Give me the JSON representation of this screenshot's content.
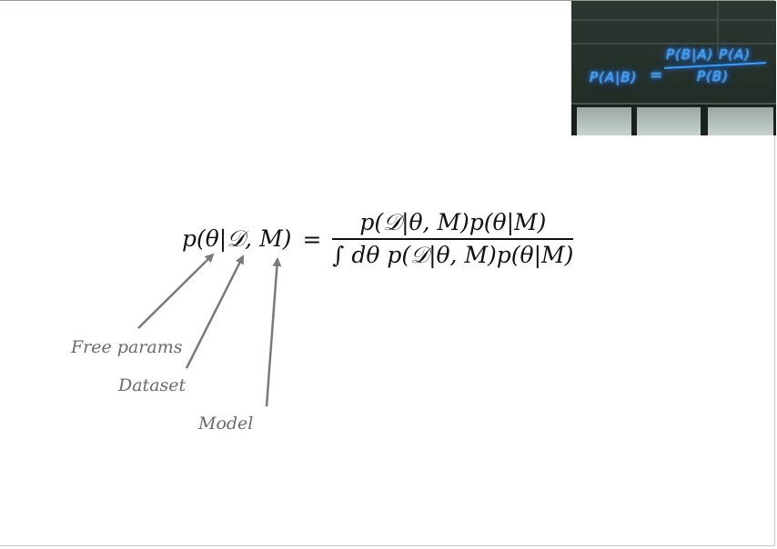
{
  "photo": {
    "neon_lhs": "P(A|B)",
    "neon_equals": "=",
    "neon_numerator": "P(B|A) P(A)",
    "neon_denominator": "P(B)"
  },
  "formula": {
    "lhs": "p(θ|𝒟, M)",
    "equals": "=",
    "numerator": "p(𝒟|θ, M)p(θ|M)",
    "denominator": "∫ dθ p(𝒟|θ, M)p(θ|M)"
  },
  "labels": {
    "free_params": "Free params",
    "dataset": "Dataset",
    "model": "Model"
  },
  "colors": {
    "neon": "#3aa2ff",
    "label_text": "#6a6a6a",
    "arrow": "#7a7a7a"
  }
}
